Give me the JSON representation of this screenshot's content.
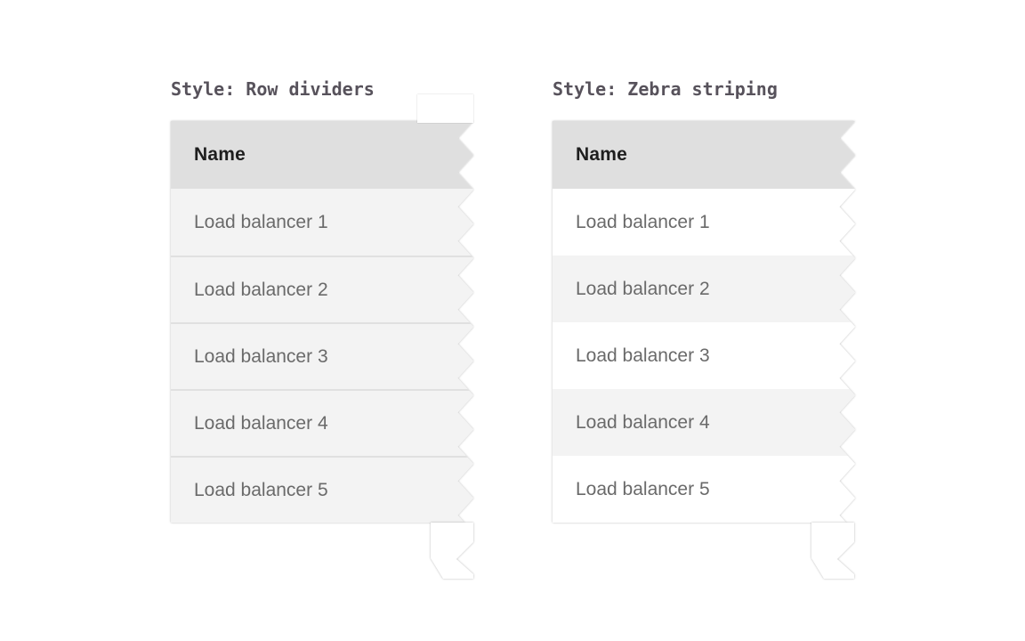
{
  "page": {
    "background": "#ffffff"
  },
  "panels": [
    {
      "title": "Style: Row dividers",
      "style": "row-dividers",
      "table": {
        "header": "Name",
        "rows": [
          "Load balancer 1",
          "Load balancer 2",
          "Load balancer 3",
          "Load balancer 4",
          "Load balancer 5"
        ]
      }
    },
    {
      "title": "Style: Zebra striping",
      "style": "zebra-striping",
      "table": {
        "header": "Name",
        "rows": [
          "Load balancer 1",
          "Load balancer 2",
          "Load balancer 3",
          "Load balancer 4",
          "Load balancer 5"
        ]
      }
    }
  ],
  "colors": {
    "header_bg": "#dfdfdf",
    "row_gray": "#f3f3f3",
    "row_white": "#ffffff",
    "divider": "#e0e0e0",
    "header_text": "#1e1e1e",
    "row_text": "#6a6a6a",
    "title_text": "#57525b"
  }
}
